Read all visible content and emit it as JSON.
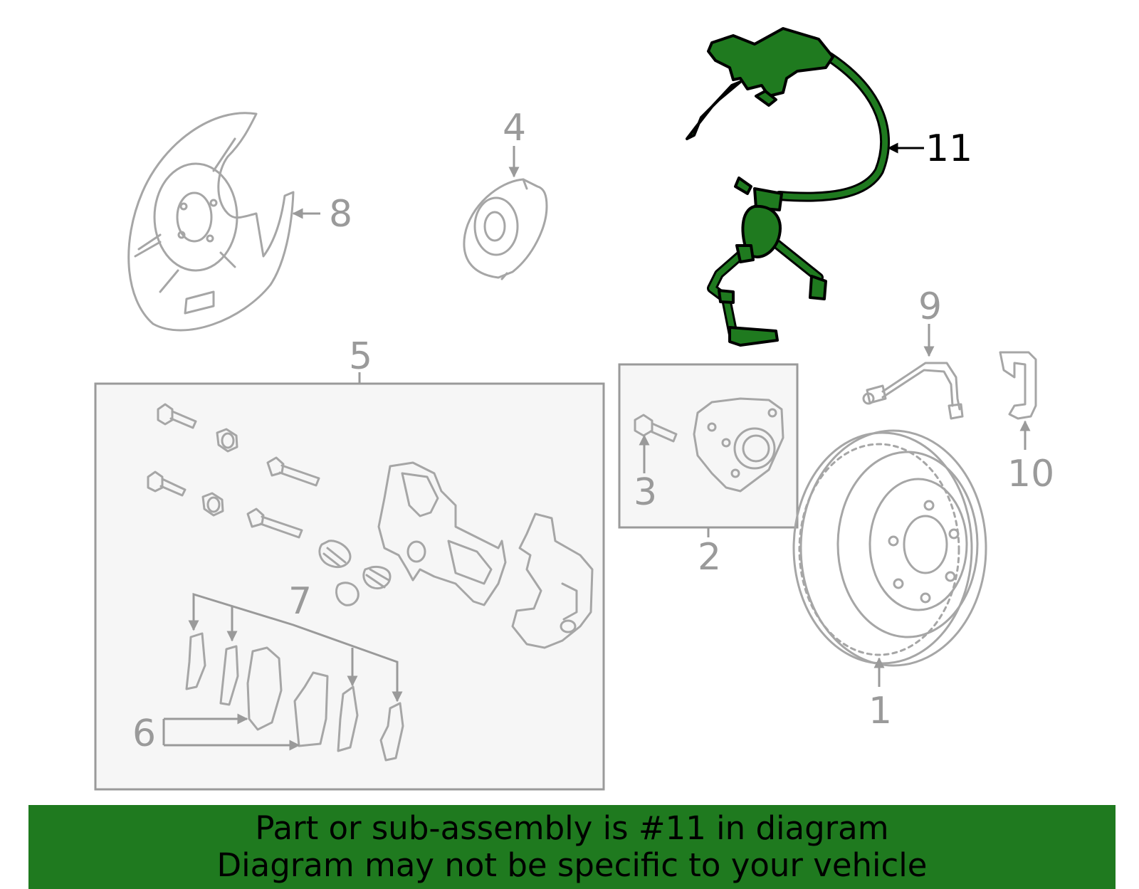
{
  "callouts": {
    "c1": "1",
    "c2": "2",
    "c3": "3",
    "c4": "4",
    "c5": "5",
    "c6": "6",
    "c7": "7",
    "c8": "8",
    "c9": "9",
    "c10": "10",
    "c11": "11"
  },
  "highlight": {
    "part_number": "11",
    "color": "#1f7a1f"
  },
  "banner": {
    "line1": "Part or sub-assembly is #11 in diagram",
    "line2": "Diagram may not be specific to your vehicle"
  }
}
